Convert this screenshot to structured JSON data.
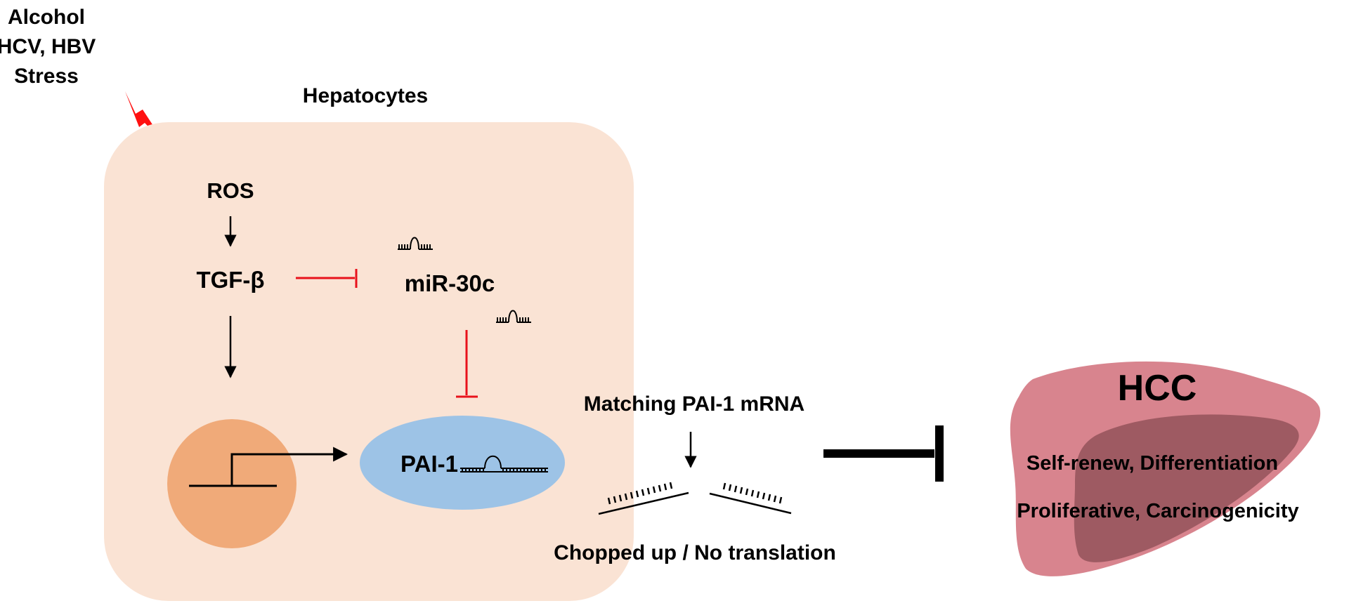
{
  "triggers": {
    "line1": "Alcohol",
    "line2": "HCV, HBV",
    "line3": "Stress"
  },
  "cell": {
    "title": "Hepatocytes"
  },
  "nodes": {
    "ros": "ROS",
    "tgf": "TGF-β",
    "mir": "miR-30c",
    "pai": "PAI-1"
  },
  "mrna": {
    "matching": "Matching PAI-1 mRNA",
    "chopped": "Chopped up / No translation"
  },
  "hcc": {
    "title": "HCC",
    "line1": "Self-renew, Differentiation",
    "line2": "Proliferative, Carcinogenicity"
  },
  "colors": {
    "cell_fill": "#fae3d4",
    "nucleus_fill": "#f0aa79",
    "pai_fill": "#9dc3e6",
    "inhibit": "#e8121b",
    "bolt": "#ff1010",
    "liver_light": "#d8848e",
    "liver_dark": "#9e5a62"
  }
}
